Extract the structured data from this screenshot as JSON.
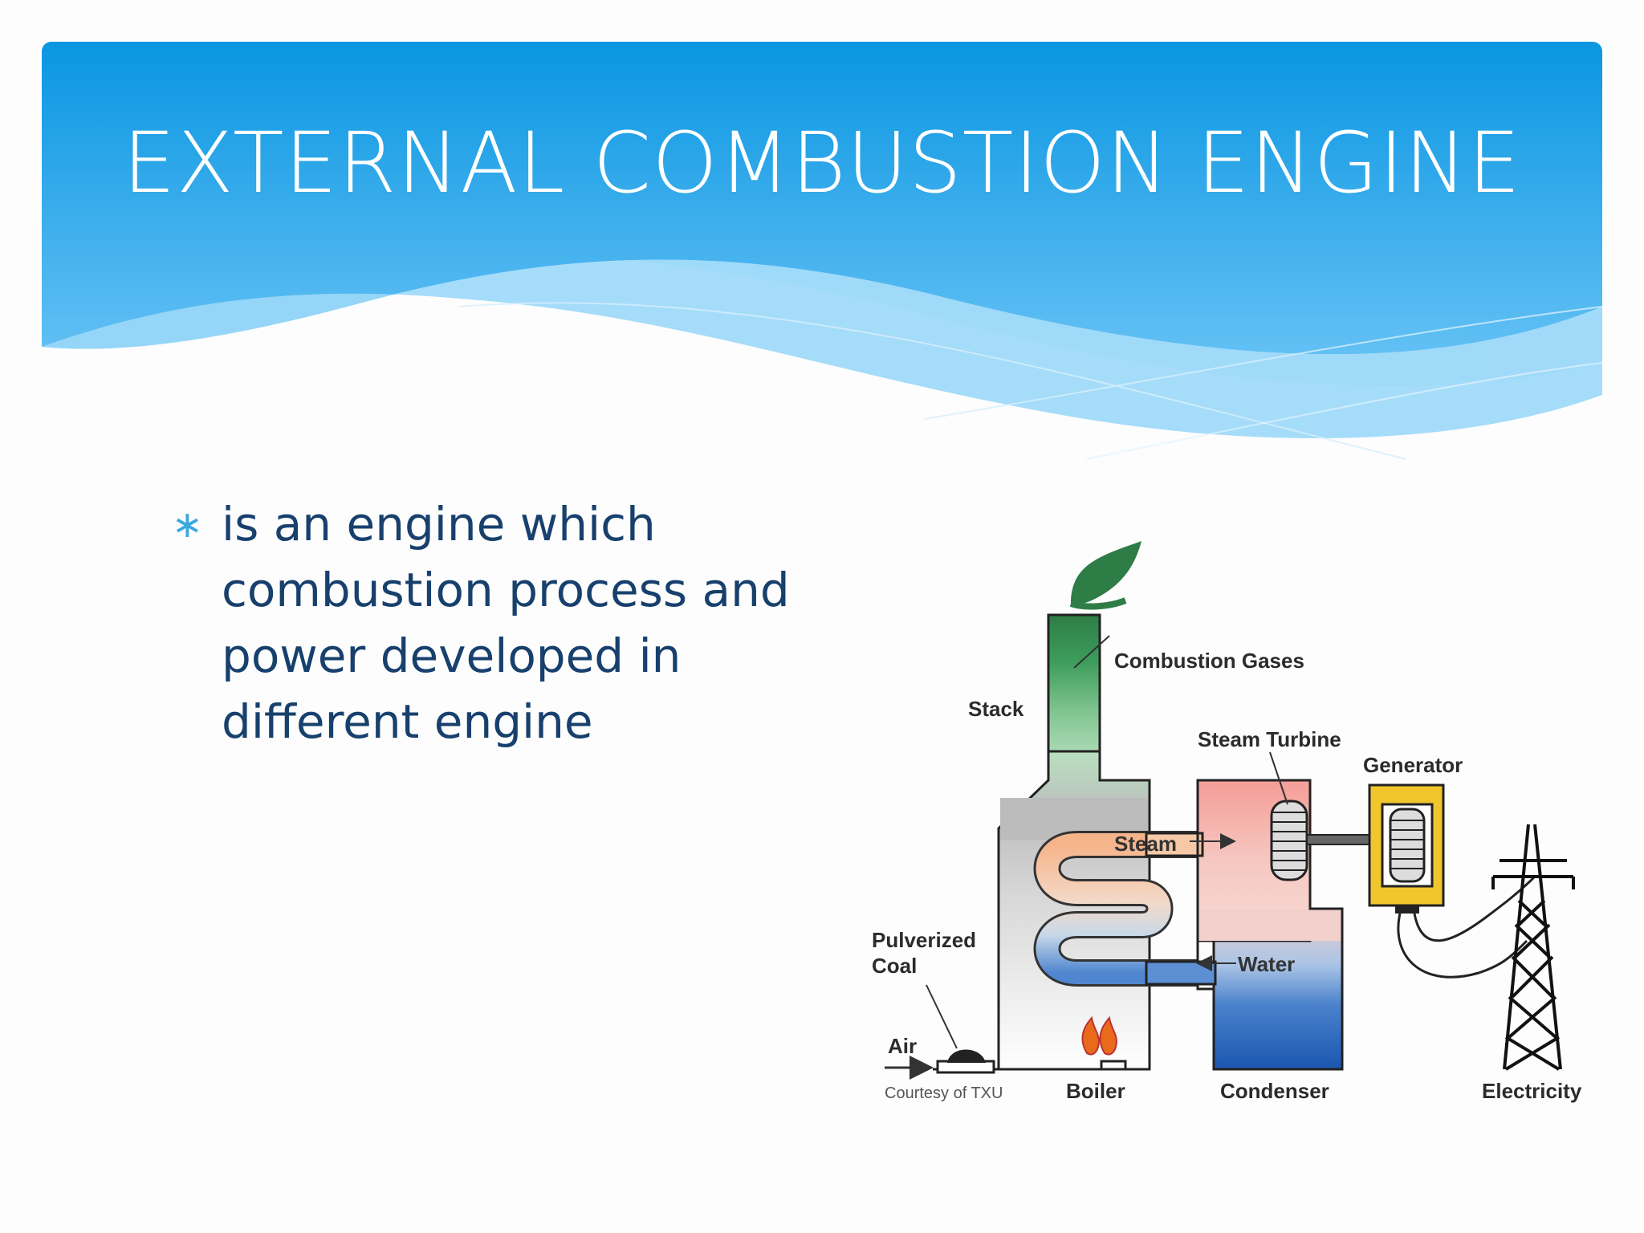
{
  "slide": {
    "title": "EXTERNAL COMBUSTION ENGINE",
    "bullet_marker": "∗",
    "bullet_text": "is an engine which combustion process and power developed in different engine"
  },
  "diagram": {
    "labels": {
      "combustion_gases": "Combustion Gases",
      "stack": "Stack",
      "steam_turbine": "Steam Turbine",
      "generator": "Generator",
      "steam": "Steam",
      "pulverized": "Pulverized",
      "coal": "Coal",
      "water": "Water",
      "air": "Air",
      "courtesy": "Courtesy of TXU",
      "boiler": "Boiler",
      "condenser": "Condenser",
      "electricity": "Electricity"
    }
  },
  "colors": {
    "header_top": "#0a96e2",
    "header_bottom": "#62c0f4",
    "title_text": "#ffffff",
    "body_text": "#17406d",
    "bullet_marker": "#3aa8e0",
    "stack_green": "#2f8a4e",
    "turbine_pink": "#f4a7a6",
    "generator_yellow": "#f1c52c",
    "condenser_blue": "#2060b8"
  }
}
